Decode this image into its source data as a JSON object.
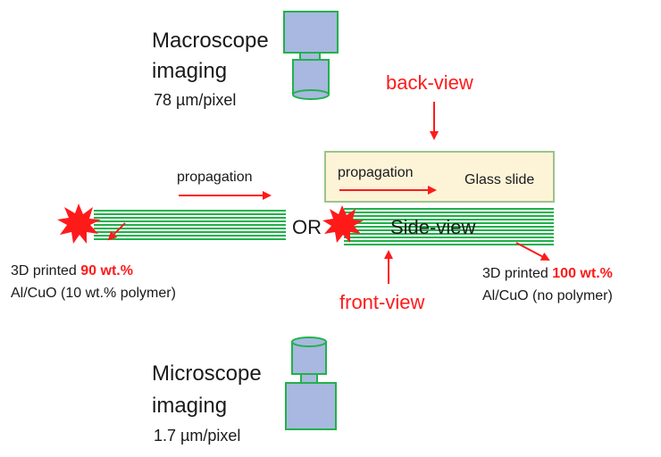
{
  "macroscope": {
    "line1": "Macroscope",
    "line2": "imaging",
    "resolution": "78 µm/pixel"
  },
  "microscope": {
    "line1": "Microscope",
    "line2": "imaging",
    "resolution": "1.7 µm/pixel"
  },
  "views": {
    "back": "back-view",
    "front": "front-view",
    "side": "Side-view"
  },
  "left_strip": {
    "propagation": "propagation",
    "caption_prefix": "3D printed",
    "caption_highlight": "90 wt.%",
    "caption_line2": "Al/CuO (10 wt.% polymer)"
  },
  "right_strip": {
    "propagation": "propagation",
    "glass_slide": "Glass slide",
    "caption_prefix": "3D printed",
    "caption_highlight": "100 wt.%",
    "caption_line2": "Al/CuO (no polymer)"
  },
  "or_label": "OR",
  "colors": {
    "red": "#ff1a1a",
    "green": "#22b14c",
    "blue_fill": "#a8b8e0",
    "glass_fill": "#fdf4d8",
    "glass_border": "#9cc48a"
  },
  "icons": [
    "macroscope-camera-icon",
    "microscope-camera-icon",
    "ignition-spark-icon"
  ]
}
